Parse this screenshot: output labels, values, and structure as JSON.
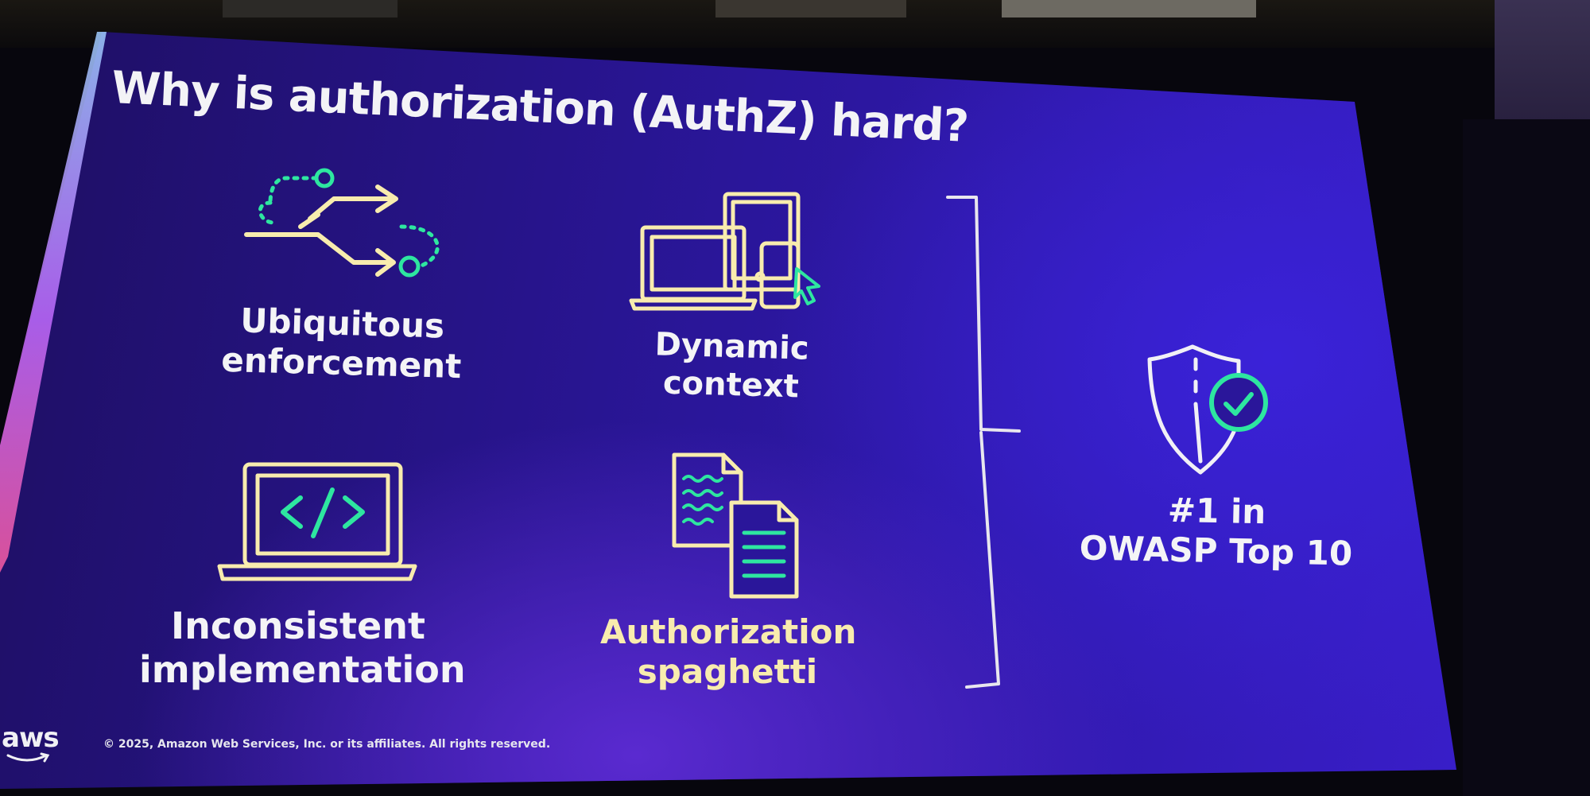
{
  "slide": {
    "title": "Why is authorization (AuthZ) hard?",
    "items": [
      {
        "line1": "Ubiquitous",
        "line2": "enforcement",
        "icon": "arrows-flow-icon"
      },
      {
        "line1": "Dynamic",
        "line2": "context",
        "icon": "devices-icon"
      },
      {
        "line1": "Inconsistent",
        "line2": "implementation",
        "icon": "laptop-code-icon"
      },
      {
        "line1": "Authorization",
        "line2": "spaghetti",
        "icon": "documents-icon"
      }
    ],
    "summary": {
      "line1": "#1 in",
      "line2": "OWASP Top 10",
      "icon": "shield-check-icon"
    },
    "footer": {
      "logo": "aws",
      "copyright": "© 2025, Amazon Web Services, Inc. or its affiliates. All rights reserved."
    },
    "colors": {
      "background": "#2a169a",
      "accent_green": "#2ee6a0",
      "label_yellow": "#f8ecae",
      "text": "#f4f4f6"
    }
  }
}
